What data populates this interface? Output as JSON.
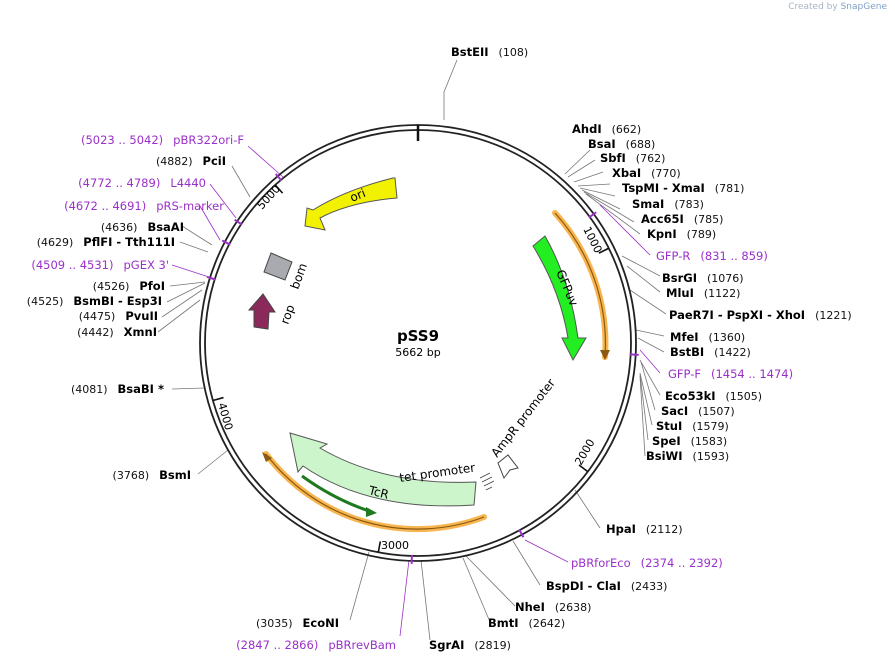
{
  "credit": {
    "prefix": "Created by",
    "brand": "SnapGene"
  },
  "plasmid": {
    "name": "pSS9",
    "size_label": "5662 bp",
    "length": 5662
  },
  "colors": {
    "enzyme": "#000000",
    "primer": "#9b30c8",
    "ori": "#f2f200",
    "gfp": "#22ee22",
    "tcr": "#c8f7c8",
    "rop": "#8b2a5a",
    "bom": "#a8aab0",
    "orange": "#f7a830"
  },
  "ticks": [
    "1000",
    "2000",
    "3000",
    "4000",
    "5000"
  ],
  "features": {
    "ori": "ori",
    "gfpuv": "GFPuv",
    "tcr": "TcR",
    "tet_promoter": "tet promoter",
    "ampr_promoter": "AmpR promoter",
    "rop": "rop",
    "bom": "bom"
  },
  "right_labels": [
    {
      "parts": [
        [
          "AhdI",
          "b"
        ],
        [
          "(662)",
          "n"
        ]
      ]
    },
    {
      "parts": [
        [
          "BsaI",
          "b"
        ],
        [
          "(688)",
          "n"
        ]
      ]
    },
    {
      "parts": [
        [
          "SbfI",
          "b"
        ],
        [
          "(762)",
          "n"
        ]
      ]
    },
    {
      "parts": [
        [
          "XbaI",
          "b"
        ],
        [
          "(770)",
          "n"
        ]
      ]
    },
    {
      "parts": [
        [
          "TspMI",
          "b"
        ],
        [
          " - ",
          "b"
        ],
        [
          "XmaI",
          "b"
        ],
        [
          "(781)",
          "n"
        ]
      ]
    },
    {
      "parts": [
        [
          "SmaI",
          "b"
        ],
        [
          "(783)",
          "n"
        ]
      ]
    },
    {
      "parts": [
        [
          "Acc65I",
          "b"
        ],
        [
          "(785)",
          "n"
        ]
      ]
    },
    {
      "parts": [
        [
          "KpnI",
          "b"
        ],
        [
          "(789)",
          "n"
        ]
      ]
    },
    {
      "parts": [
        [
          "GFP-R",
          "p"
        ],
        [
          "(831 .. 859)",
          "p"
        ]
      ]
    },
    {
      "parts": [
        [
          "BsrGI",
          "b"
        ],
        [
          "(1076)",
          "n"
        ]
      ]
    },
    {
      "parts": [
        [
          "MluI",
          "b"
        ],
        [
          "(1122)",
          "n"
        ]
      ]
    },
    {
      "parts": [
        [
          "PaeR7I",
          "b"
        ],
        [
          " - ",
          "b"
        ],
        [
          "PspXI",
          "b"
        ],
        [
          " - ",
          "b"
        ],
        [
          "XhoI",
          "b"
        ],
        [
          "(1221)",
          "n"
        ]
      ]
    },
    {
      "parts": [
        [
          "MfeI",
          "b"
        ],
        [
          "(1360)",
          "n"
        ]
      ]
    },
    {
      "parts": [
        [
          "BstBI",
          "b"
        ],
        [
          "(1422)",
          "n"
        ]
      ]
    },
    {
      "parts": [
        [
          "GFP-F",
          "p"
        ],
        [
          "(1454 .. 1474)",
          "p"
        ]
      ]
    },
    {
      "parts": [
        [
          "Eco53kI",
          "b"
        ],
        [
          "(1505)",
          "n"
        ]
      ]
    },
    {
      "parts": [
        [
          "SacI",
          "b"
        ],
        [
          "(1507)",
          "n"
        ]
      ]
    },
    {
      "parts": [
        [
          "StuI",
          "b"
        ],
        [
          "(1579)",
          "n"
        ]
      ]
    },
    {
      "parts": [
        [
          "SpeI",
          "b"
        ],
        [
          "(1583)",
          "n"
        ]
      ]
    },
    {
      "parts": [
        [
          "BsiWI",
          "b"
        ],
        [
          "(1593)",
          "n"
        ]
      ]
    },
    {
      "parts": [
        [
          "HpaI",
          "b"
        ],
        [
          "(2112)",
          "n"
        ]
      ]
    },
    {
      "parts": [
        [
          "pBRforEco",
          "p"
        ],
        [
          "(2374 .. 2392)",
          "p"
        ]
      ]
    },
    {
      "parts": [
        [
          "BspDI",
          "b"
        ],
        [
          " - ",
          "b"
        ],
        [
          "ClaI",
          "b"
        ],
        [
          "(2433)",
          "n"
        ]
      ]
    },
    {
      "parts": [
        [
          "NheI",
          "b"
        ],
        [
          "(2638)",
          "n"
        ]
      ]
    },
    {
      "parts": [
        [
          "BmtI",
          "b"
        ],
        [
          "(2642)",
          "n"
        ]
      ]
    },
    {
      "parts": [
        [
          "SgrAI",
          "b"
        ],
        [
          "(2819)",
          "n"
        ]
      ]
    }
  ],
  "left_labels": [
    {
      "parts": [
        [
          "(5023 .. 5042)",
          "p"
        ],
        [
          "pBR322ori-F",
          "p"
        ]
      ]
    },
    {
      "parts": [
        [
          "(4882)",
          "n"
        ],
        [
          "PciI",
          "b"
        ]
      ]
    },
    {
      "parts": [
        [
          "(4772 .. 4789)",
          "p"
        ],
        [
          "L4440",
          "p"
        ]
      ]
    },
    {
      "parts": [
        [
          "(4672 .. 4691)",
          "p"
        ],
        [
          "pRS-marker",
          "p"
        ]
      ]
    },
    {
      "parts": [
        [
          "(4636)",
          "n"
        ],
        [
          "BsaAI",
          "b"
        ]
      ]
    },
    {
      "parts": [
        [
          "(4629)",
          "n"
        ],
        [
          "PflFI",
          "b"
        ],
        [
          " - ",
          "b"
        ],
        [
          "Tth111I",
          "b"
        ]
      ]
    },
    {
      "parts": [
        [
          "(4509 .. 4531)",
          "p"
        ],
        [
          "pGEX 3'",
          "p"
        ]
      ]
    },
    {
      "parts": [
        [
          "(4526)",
          "n"
        ],
        [
          "PfoI",
          "b"
        ]
      ]
    },
    {
      "parts": [
        [
          "(4525)",
          "n"
        ],
        [
          "BsmBI",
          "b"
        ],
        [
          " - ",
          "b"
        ],
        [
          "Esp3I",
          "b"
        ]
      ]
    },
    {
      "parts": [
        [
          "(4475)",
          "n"
        ],
        [
          "PvuII",
          "b"
        ]
      ]
    },
    {
      "parts": [
        [
          "(4442)",
          "n"
        ],
        [
          "XmnI",
          "b"
        ]
      ]
    },
    {
      "parts": [
        [
          "(4081)",
          "n"
        ],
        [
          "BsaBI",
          "b"
        ],
        [
          " *",
          "b"
        ]
      ]
    },
    {
      "parts": [
        [
          "(3768)",
          "n"
        ],
        [
          "BsmI",
          "b"
        ]
      ]
    },
    {
      "parts": [
        [
          "(3035)",
          "n"
        ],
        [
          "EcoNI",
          "b"
        ]
      ]
    },
    {
      "parts": [
        [
          "(2847 .. 2866)",
          "p"
        ],
        [
          "pBRrevBam",
          "p"
        ]
      ]
    }
  ],
  "top_label": {
    "parts": [
      [
        "BstEII",
        "b"
      ],
      [
        "(108)",
        "n"
      ]
    ]
  }
}
